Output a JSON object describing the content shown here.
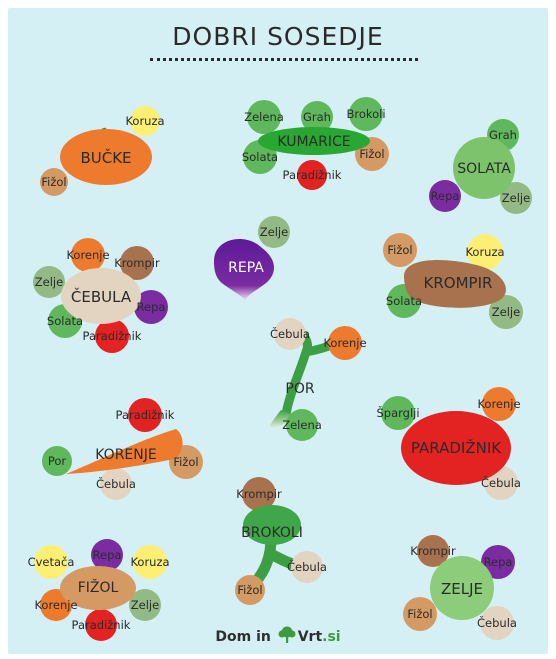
{
  "title": "DOBRI SOSEDJE",
  "footer": {
    "part1": "Dom in",
    "part2": "Vrt",
    "part3": ".si"
  },
  "colors": {
    "background": "#d5f0f5",
    "green": "#5fb85c",
    "dark_green": "#2e9a36",
    "orange": "#ee7a2e",
    "red": "#e32222",
    "purple": "#7a2ca0",
    "brown": "#a9724f",
    "beige": "#e3d3c1",
    "yellow": "#fdee74",
    "sage": "#93b985",
    "tan": "#d59a64"
  },
  "groups": [
    {
      "name": "BUČKE",
      "neighbors": [
        {
          "label": "Koruza",
          "color": "yellow"
        },
        {
          "label": "Fižol",
          "color": "tan"
        }
      ]
    },
    {
      "name": "KUMARICE",
      "neighbors": [
        {
          "label": "Zelena",
          "color": "green"
        },
        {
          "label": "Grah",
          "color": "green"
        },
        {
          "label": "Brokoli",
          "color": "green"
        },
        {
          "label": "Solata",
          "color": "green"
        },
        {
          "label": "Fižol",
          "color": "tan"
        },
        {
          "label": "Paradižnik",
          "color": "red"
        }
      ]
    },
    {
      "name": "SOLATA",
      "neighbors": [
        {
          "label": "Grah",
          "color": "green"
        },
        {
          "label": "Repa",
          "color": "purple"
        },
        {
          "label": "Zelje",
          "color": "sage"
        }
      ]
    },
    {
      "name": "REPA",
      "neighbors": [
        {
          "label": "Zelje",
          "color": "sage"
        }
      ]
    },
    {
      "name": "ČEBULA",
      "neighbors": [
        {
          "label": "Korenje",
          "color": "orange"
        },
        {
          "label": "Krompir",
          "color": "brown"
        },
        {
          "label": "Zelje",
          "color": "sage"
        },
        {
          "label": "Repa",
          "color": "purple"
        },
        {
          "label": "Solata",
          "color": "green"
        },
        {
          "label": "Paradižnik",
          "color": "red"
        }
      ]
    },
    {
      "name": "KROMPIR",
      "neighbors": [
        {
          "label": "Fižol",
          "color": "tan"
        },
        {
          "label": "Koruza",
          "color": "yellow"
        },
        {
          "label": "Solata",
          "color": "green"
        },
        {
          "label": "Zelje",
          "color": "sage"
        }
      ]
    },
    {
      "name": "POR",
      "neighbors": [
        {
          "label": "Čebula",
          "color": "beige"
        },
        {
          "label": "Korenje",
          "color": "orange"
        },
        {
          "label": "Zelena",
          "color": "green"
        }
      ]
    },
    {
      "name": "KORENJE",
      "neighbors": [
        {
          "label": "Paradižnik",
          "color": "red"
        },
        {
          "label": "Por",
          "color": "green"
        },
        {
          "label": "Fižol",
          "color": "tan"
        },
        {
          "label": "Čebula",
          "color": "beige"
        }
      ]
    },
    {
      "name": "PARADIŽNIK",
      "neighbors": [
        {
          "label": "Špargljі",
          "color": "green"
        },
        {
          "label": "Korenje",
          "color": "orange"
        },
        {
          "label": "Čebula",
          "color": "beige"
        }
      ]
    },
    {
      "name": "BROKOLI",
      "neighbors": [
        {
          "label": "Krompir",
          "color": "brown"
        },
        {
          "label": "Čebula",
          "color": "beige"
        },
        {
          "label": "Fižol",
          "color": "tan"
        }
      ]
    },
    {
      "name": "FIŽOL",
      "neighbors": [
        {
          "label": "Cvetača",
          "color": "yellow"
        },
        {
          "label": "Repa",
          "color": "purple"
        },
        {
          "label": "Koruza",
          "color": "yellow"
        },
        {
          "label": "Korenje",
          "color": "orange"
        },
        {
          "label": "Zelje",
          "color": "sage"
        },
        {
          "label": "Paradižnik",
          "color": "red"
        }
      ]
    },
    {
      "name": "ZELJE",
      "neighbors": [
        {
          "label": "Krompir",
          "color": "brown"
        },
        {
          "label": "Repa",
          "color": "purple"
        },
        {
          "label": "Fižol",
          "color": "tan"
        },
        {
          "label": "Čebula",
          "color": "beige"
        }
      ]
    }
  ]
}
